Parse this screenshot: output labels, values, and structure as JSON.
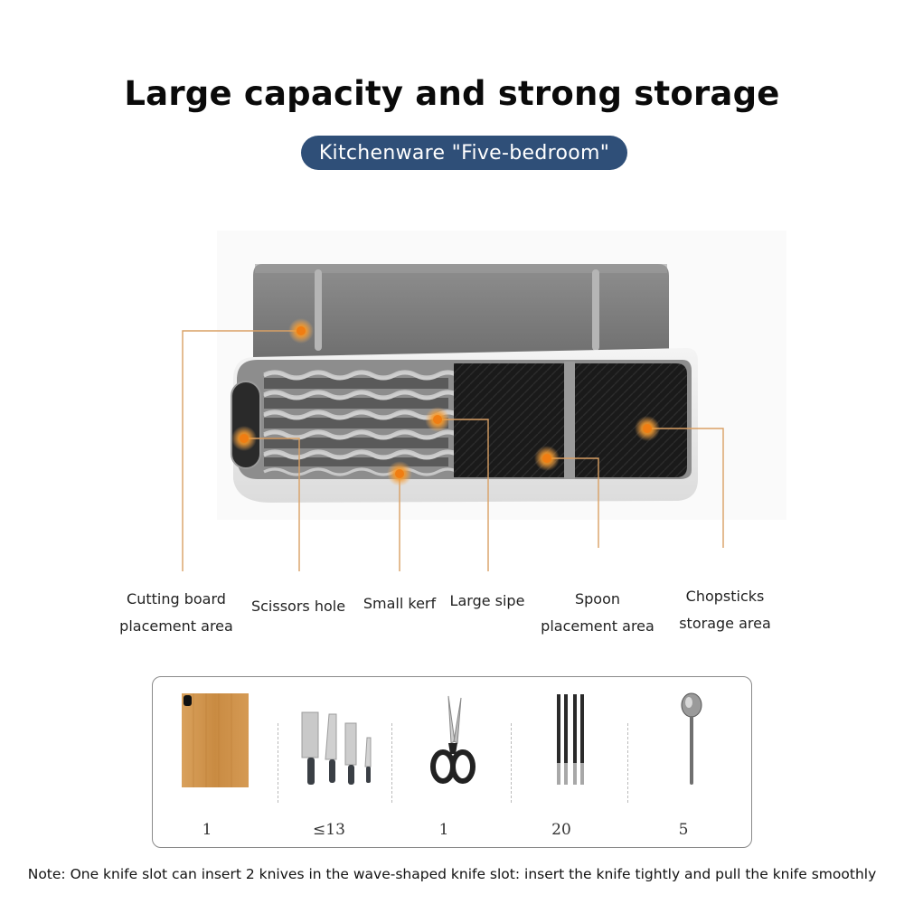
{
  "header": {
    "title": "Large capacity and strong storage",
    "subtitle": "Kitchenware \"Five-bedroom\""
  },
  "colors": {
    "accent_orange": "#e8801c",
    "pill_blue": "#2f4f78",
    "leader_line": "#d9a064"
  },
  "areas": [
    {
      "line1": "Cutting board",
      "line2": "placement area"
    },
    {
      "line1": "Scissors hole",
      "line2": ""
    },
    {
      "line1": "Small kerf",
      "line2": ""
    },
    {
      "line1": "Large sipe",
      "line2": ""
    },
    {
      "line1": "Spoon",
      "line2": "placement area"
    },
    {
      "line1": "Chopsticks",
      "line2": "storage area"
    }
  ],
  "items": [
    {
      "name": "cutting-board-icon",
      "count": "1"
    },
    {
      "name": "knife-set-icon",
      "count": "≤13"
    },
    {
      "name": "scissors-icon",
      "count": "1"
    },
    {
      "name": "chopsticks-icon",
      "count": "20"
    },
    {
      "name": "spoon-icon",
      "count": "5"
    }
  ],
  "note": "Note: One knife slot can insert 2 knives in the wave-shaped knife slot: insert the knife tightly and pull the knife smoothly"
}
